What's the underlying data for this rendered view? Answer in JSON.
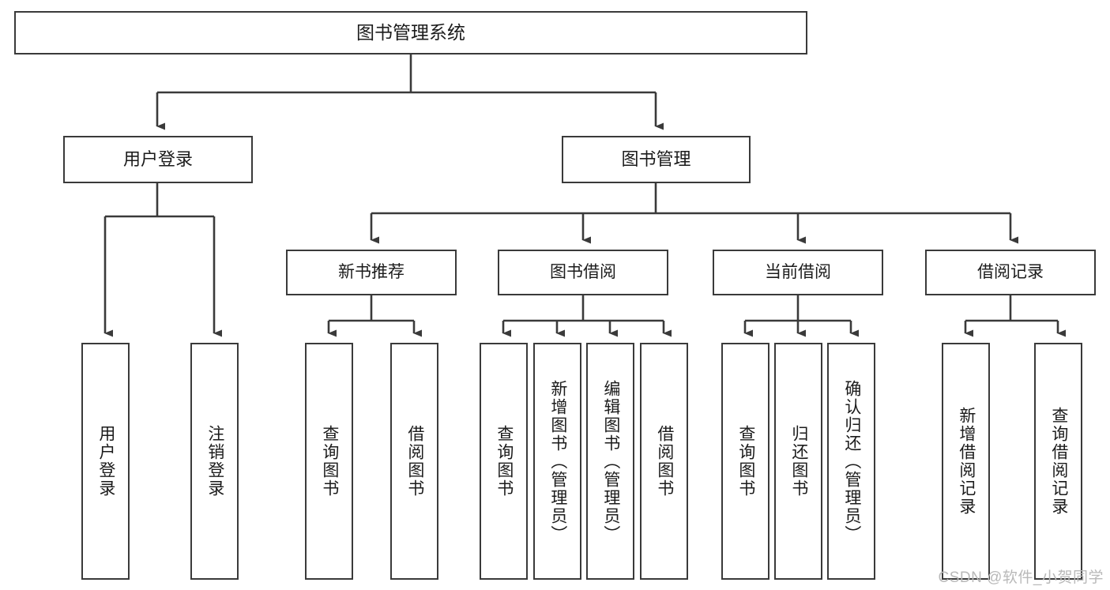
{
  "diagram": {
    "title": "图书管理系统",
    "root": {
      "label": "图书管理系统"
    },
    "level2": [
      {
        "label": "用户登录"
      },
      {
        "label": "图书管理"
      }
    ],
    "level3": [
      {
        "label": "新书推荐"
      },
      {
        "label": "图书借阅"
      },
      {
        "label": "当前借阅"
      },
      {
        "label": "借阅记录"
      }
    ],
    "leaves": [
      {
        "label": "用户登录"
      },
      {
        "label": "注销登录"
      },
      {
        "label": "查询图书"
      },
      {
        "label": "借阅图书"
      },
      {
        "label": "查询图书"
      },
      {
        "label": "新增图书（管理员）"
      },
      {
        "label": "编辑图书（管理员）"
      },
      {
        "label": "借阅图书"
      },
      {
        "label": "查询图书"
      },
      {
        "label": "归还图书"
      },
      {
        "label": "确认归还（管理员）"
      },
      {
        "label": "新增借阅记录"
      },
      {
        "label": "查询借阅记录"
      }
    ],
    "watermark": "CSDN @软件_小贺同学",
    "colors": {
      "stroke": "#3a3a3a",
      "background": "#ffffff",
      "text": "#1b1b1b",
      "watermark": "#b9b9b9"
    }
  }
}
